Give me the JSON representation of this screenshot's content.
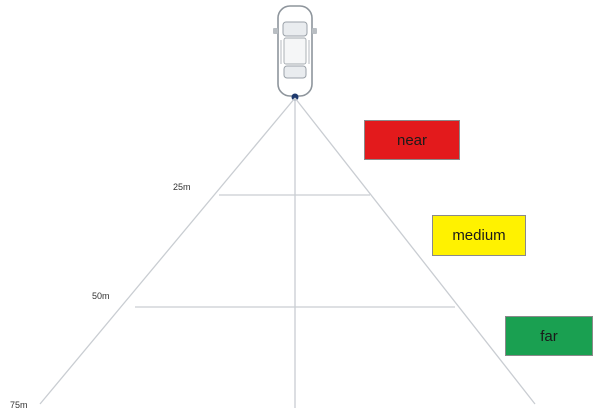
{
  "distance_labels": {
    "d25": "25m",
    "d50": "50m",
    "d75": "75m"
  },
  "zones": {
    "near": {
      "label": "near",
      "color": "#e31a1c"
    },
    "medium": {
      "label": "medium",
      "color": "#fff200"
    },
    "far": {
      "label": "far",
      "color": "#1aa051"
    }
  },
  "icons": {
    "vehicle": "car-top-view-icon"
  }
}
